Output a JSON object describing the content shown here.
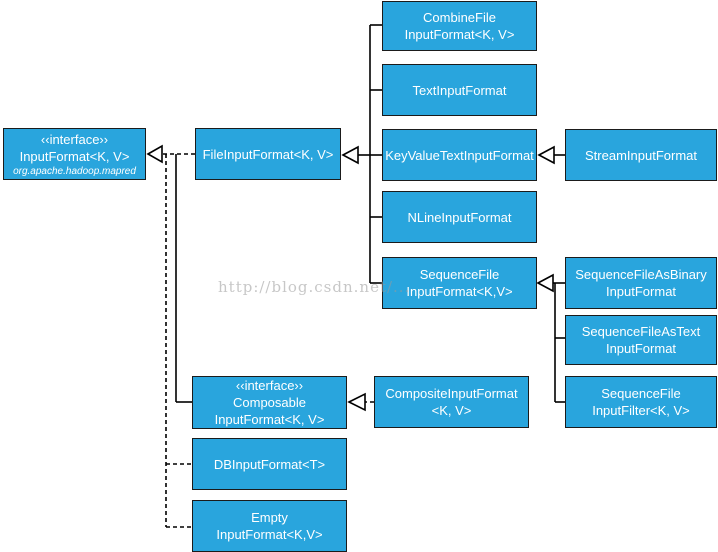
{
  "nodes": {
    "inputformat": {
      "stereotype": "‹‹interface››",
      "name": "InputFormat<K, V>",
      "package": "org.apache.hadoop.mapred"
    },
    "fileinputformat": {
      "name": "FileInputFormat<K, V>"
    },
    "combinefile": {
      "line1": "CombineFile",
      "line2": "InputFormat<K, V>"
    },
    "textinputformat": {
      "name": "TextInputFormat"
    },
    "keyvaluetext": {
      "name": "KeyValueTextInputFormat"
    },
    "streaminputformat": {
      "name": "StreamInputFormat"
    },
    "nlineinputformat": {
      "name": "NLineInputFormat"
    },
    "sequencefile": {
      "line1": "SequenceFile",
      "line2": "InputFormat<K,V>"
    },
    "seqasbinary": {
      "line1": "SequenceFileAsBinary",
      "line2": "InputFormat"
    },
    "seqastext": {
      "line1": "SequenceFileAsText",
      "line2": "InputFormat"
    },
    "seqfilter": {
      "line1": "SequenceFile",
      "line2": "InputFilter<K, V>"
    },
    "composable": {
      "stereotype": "‹‹interface››",
      "line1": "Composable",
      "line2": "InputFormat<K, V>"
    },
    "composite": {
      "line1": "CompositeInputFormat",
      "line2": "<K, V>"
    },
    "dbinputformat": {
      "name": "DBInputFormat<T>"
    },
    "empty": {
      "line1": "Empty",
      "line2": "InputFormat<K,V>"
    }
  },
  "watermark": "http://blog.csdn.net/...",
  "colors": {
    "box_fill": "#29a5dd",
    "box_border": "#1b1b1b",
    "text": "#ffffff",
    "line": "#000000"
  }
}
